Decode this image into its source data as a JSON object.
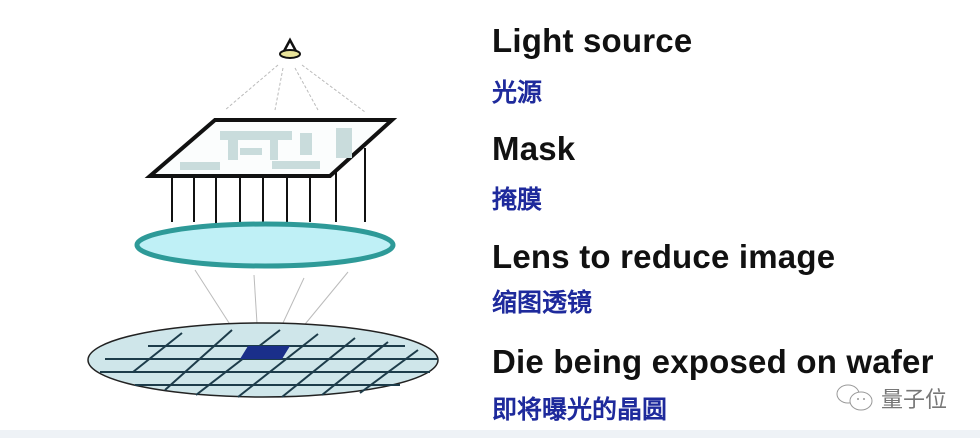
{
  "labels": [
    {
      "en": "Light source",
      "zh": "光源"
    },
    {
      "en": "Mask",
      "zh": "掩膜"
    },
    {
      "en": "Lens to reduce image",
      "zh": "缩图透镜"
    },
    {
      "en": "Die being exposed on wafer",
      "zh": "即将曝光的晶圆"
    }
  ],
  "watermark": {
    "text": "量子位",
    "icon": "wechat-icon"
  },
  "colors": {
    "label_zh": "#1e2a9c",
    "lens": "#2e9a98",
    "lens_fill": "#bff0f6",
    "wafer_fill": "#cfe6ea",
    "die": "#1a2f8a",
    "lamp": "#e8e39a"
  }
}
